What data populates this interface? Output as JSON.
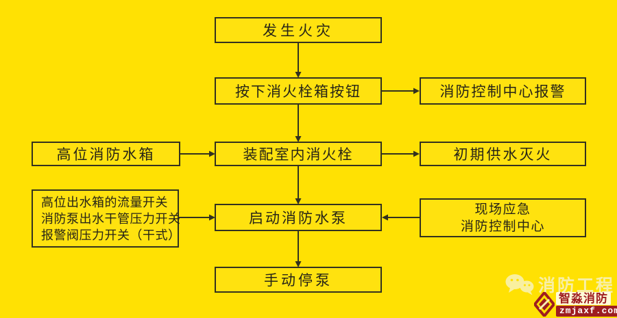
{
  "colors": {
    "background": "#ffe103",
    "line": "#33311f",
    "text": "#262417",
    "watermark_cream": "#f8f1b4",
    "brand_red": "#9e1d20"
  },
  "flowchart": {
    "nodes": {
      "fire_occurs": {
        "label": "发生火灾"
      },
      "press_hydrant_button": {
        "label": "按下消火栓箱按钮"
      },
      "control_center_alarm": {
        "label": "消防控制中心报警"
      },
      "high_level_water_tank": {
        "label": "高位消防水箱"
      },
      "indoor_hydrant": {
        "label": "装配室内消火栓"
      },
      "initial_water_supply": {
        "label": "初期供水灭火"
      },
      "pressure_switches": {
        "lines": [
          "高位出水箱的流量开关",
          "消防泵出水干管压力开关",
          "报警阀压力开关（干式）"
        ]
      },
      "start_fire_pump": {
        "label": "启动消防水泵"
      },
      "onsite_emergency": {
        "lines": [
          "现场应急",
          "消防控制中心"
        ]
      },
      "manual_pump_stop": {
        "label": "手动停泵"
      }
    }
  },
  "watermark": {
    "wechat_label": "消防工程",
    "brand_name": "智淼消防",
    "brand_site": "zmjaxf.com"
  }
}
